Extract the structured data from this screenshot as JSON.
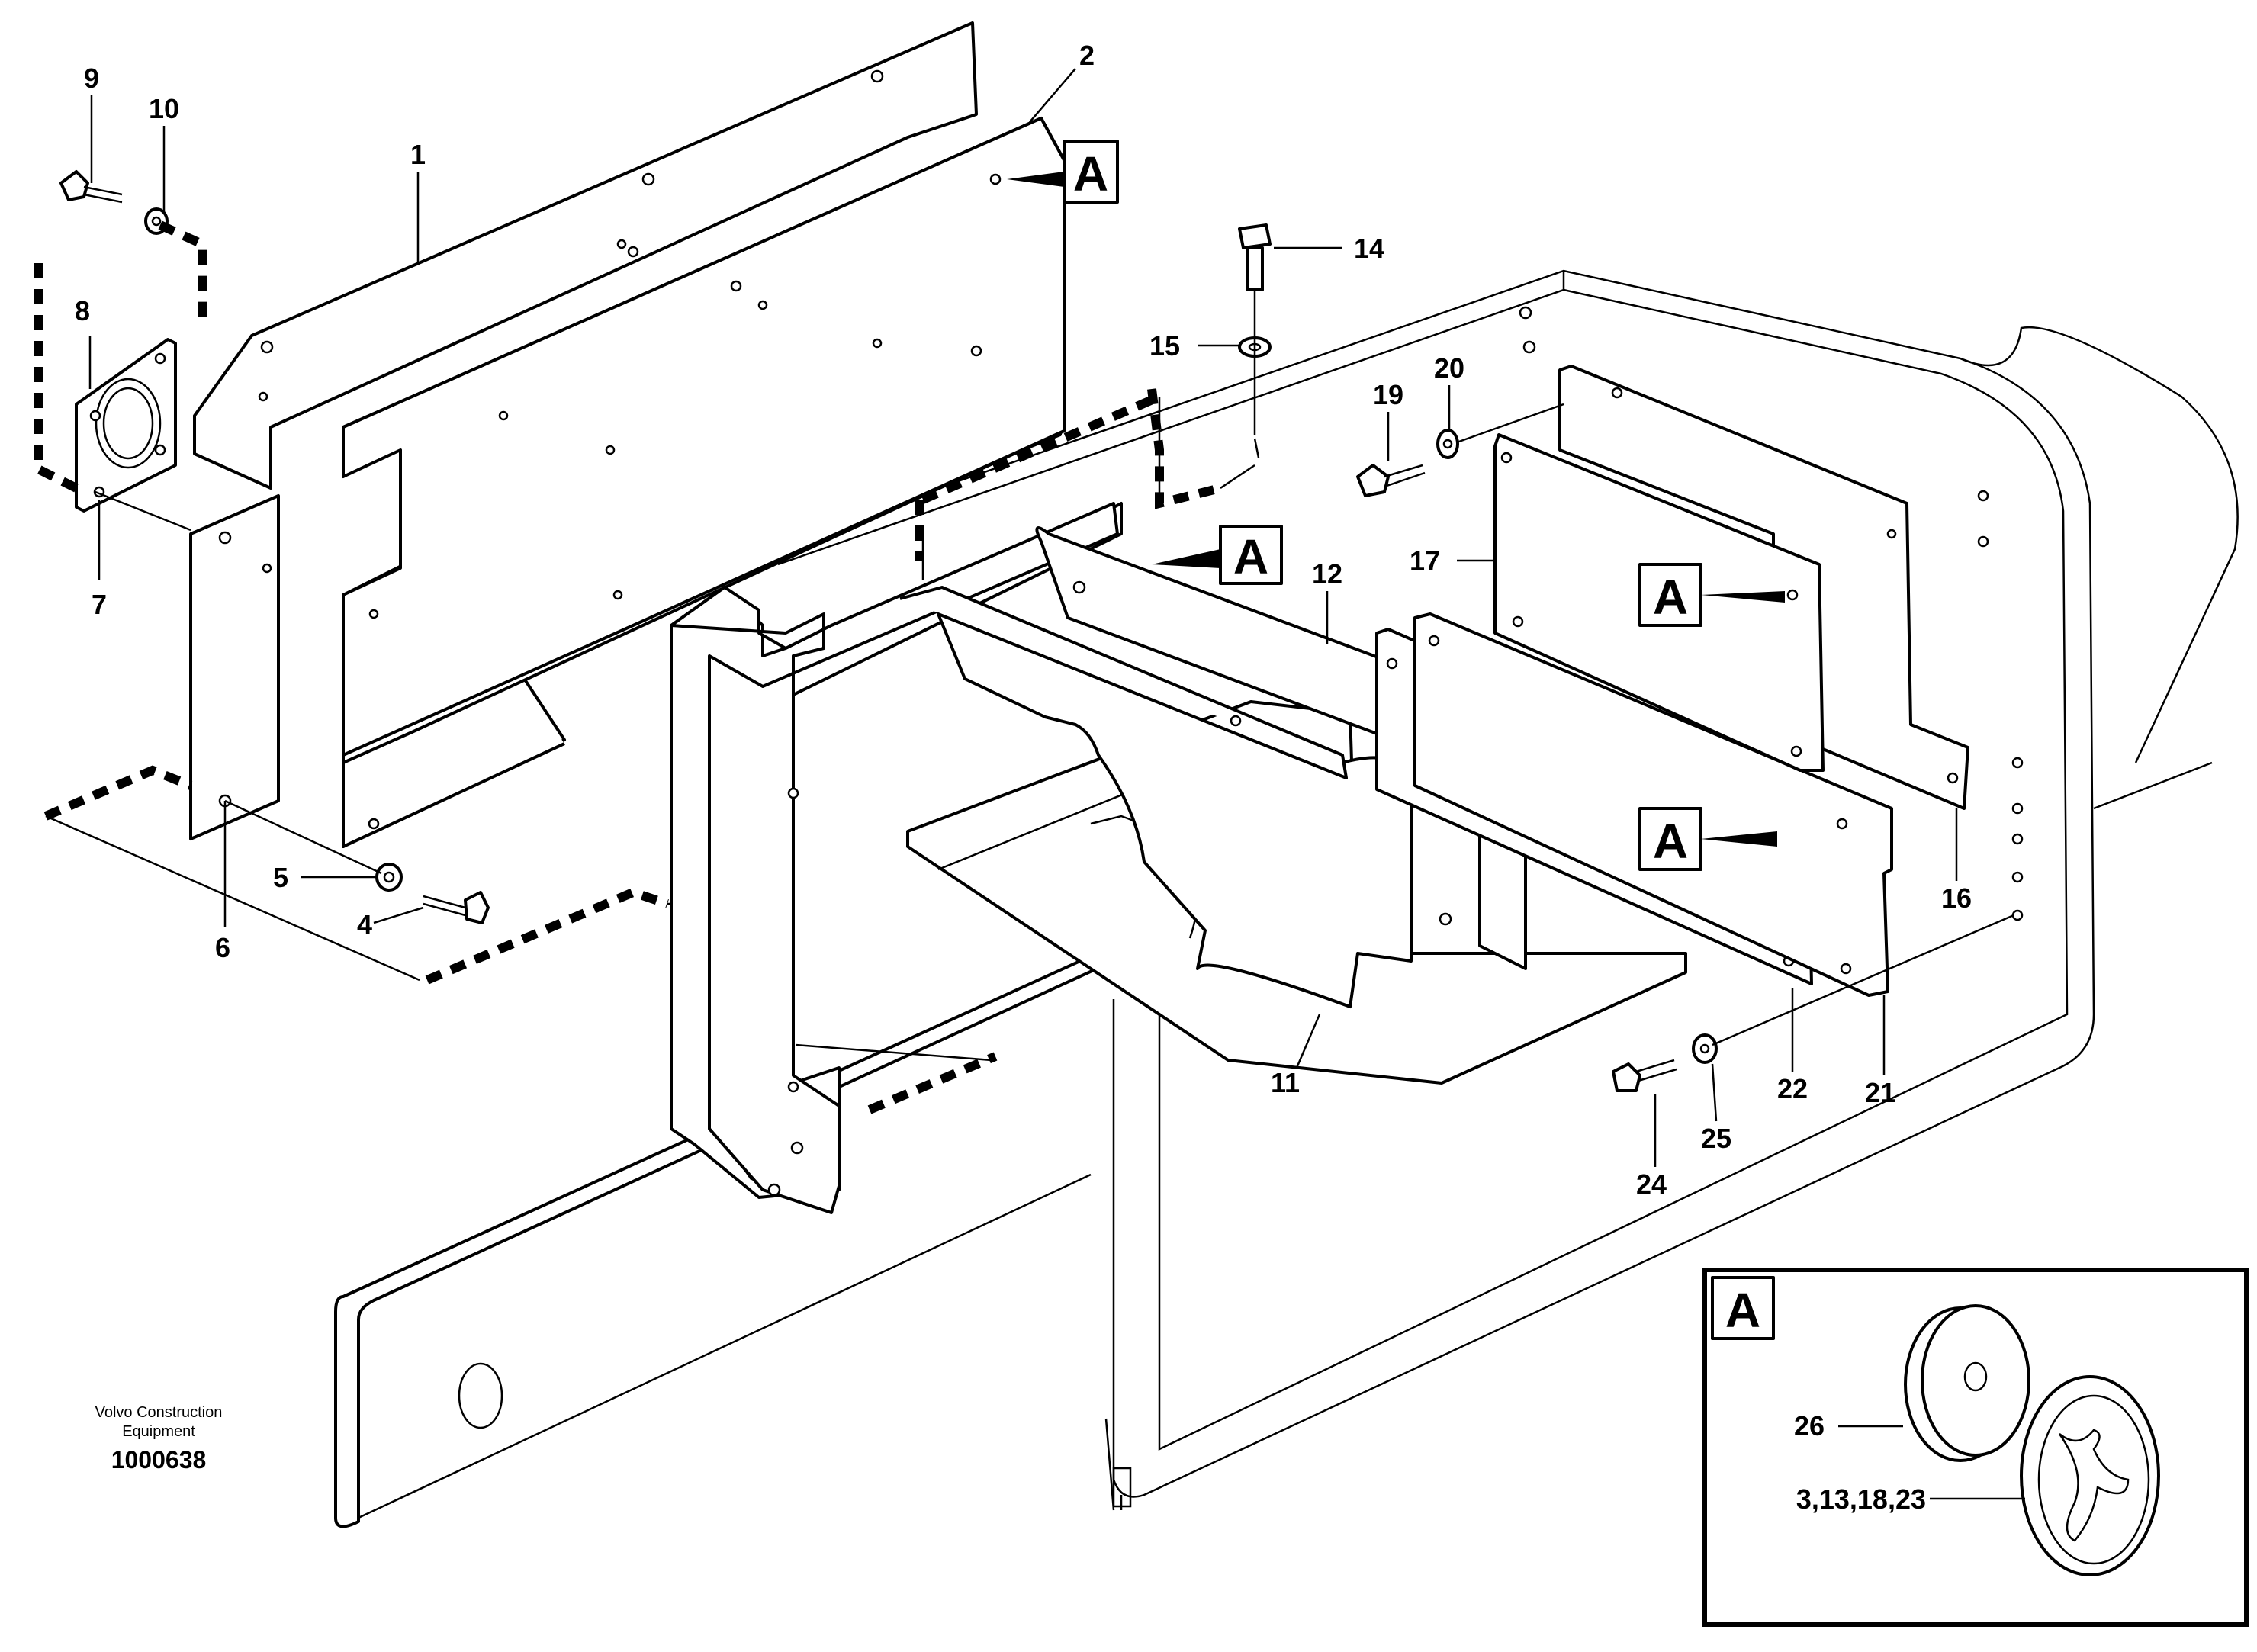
{
  "credits": {
    "company_line1": "Volvo Construction",
    "company_line2": "Equipment",
    "doc_number": "1000638"
  },
  "callouts": [
    {
      "id": "c1",
      "label": "1"
    },
    {
      "id": "c2",
      "label": "2"
    },
    {
      "id": "c4",
      "label": "4"
    },
    {
      "id": "c5",
      "label": "5"
    },
    {
      "id": "c6",
      "label": "6"
    },
    {
      "id": "c7",
      "label": "7"
    },
    {
      "id": "c8",
      "label": "8"
    },
    {
      "id": "c9",
      "label": "9"
    },
    {
      "id": "c10",
      "label": "10"
    },
    {
      "id": "c11",
      "label": "11"
    },
    {
      "id": "c12",
      "label": "12"
    },
    {
      "id": "c14",
      "label": "14"
    },
    {
      "id": "c15",
      "label": "15"
    },
    {
      "id": "c16",
      "label": "16"
    },
    {
      "id": "c17",
      "label": "17"
    },
    {
      "id": "c19",
      "label": "19"
    },
    {
      "id": "c20",
      "label": "20"
    },
    {
      "id": "c21",
      "label": "21"
    },
    {
      "id": "c22",
      "label": "22"
    },
    {
      "id": "c24",
      "label": "24"
    },
    {
      "id": "c25",
      "label": "25"
    },
    {
      "id": "c26",
      "label": "26"
    },
    {
      "id": "c3",
      "label": "3,13,18,23"
    }
  ],
  "detail_marker": "A",
  "detail_box_title": "A"
}
